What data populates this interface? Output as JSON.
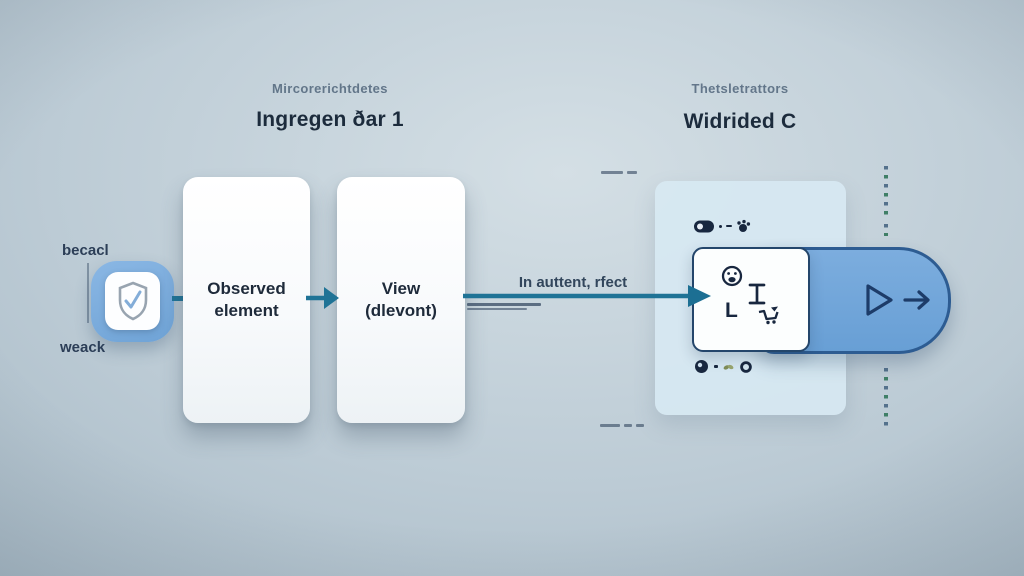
{
  "headers": {
    "left": {
      "eyebrow": "Mircorerichtdetes",
      "title": "Ingregen ðar 1"
    },
    "right": {
      "eyebrow": "Thetsletrattors",
      "title": "Widrided C"
    }
  },
  "source": {
    "top_label": "becacl",
    "bottom_label": "weack",
    "icon": "shield-check-icon"
  },
  "flow": {
    "box1_label": "Observed element",
    "box2_line1": "View",
    "box2_line2": "(dlevont)",
    "connector_label": "In auttent, rfect"
  },
  "panel": {
    "letter_glyph": "L",
    "card_icons": [
      "face-icon",
      "text-cursor-icon",
      "letter-L",
      "cart-icon"
    ],
    "top_row_icons": [
      "toggle-icon",
      "paw-icon"
    ],
    "bottom_row_icons": [
      "lens-icon",
      "sprout-icon",
      "ring-icon"
    ],
    "pill_icons": [
      "play-icon",
      "arrow-right-icon"
    ]
  },
  "colors": {
    "accent_teal": "#1f7396",
    "pill_fill": "#74a9dd",
    "pill_border": "#2d5c92",
    "panel_bg": "#d7e9f3",
    "badge_blue": "#7db0de",
    "ink": "#1d2a3a"
  }
}
